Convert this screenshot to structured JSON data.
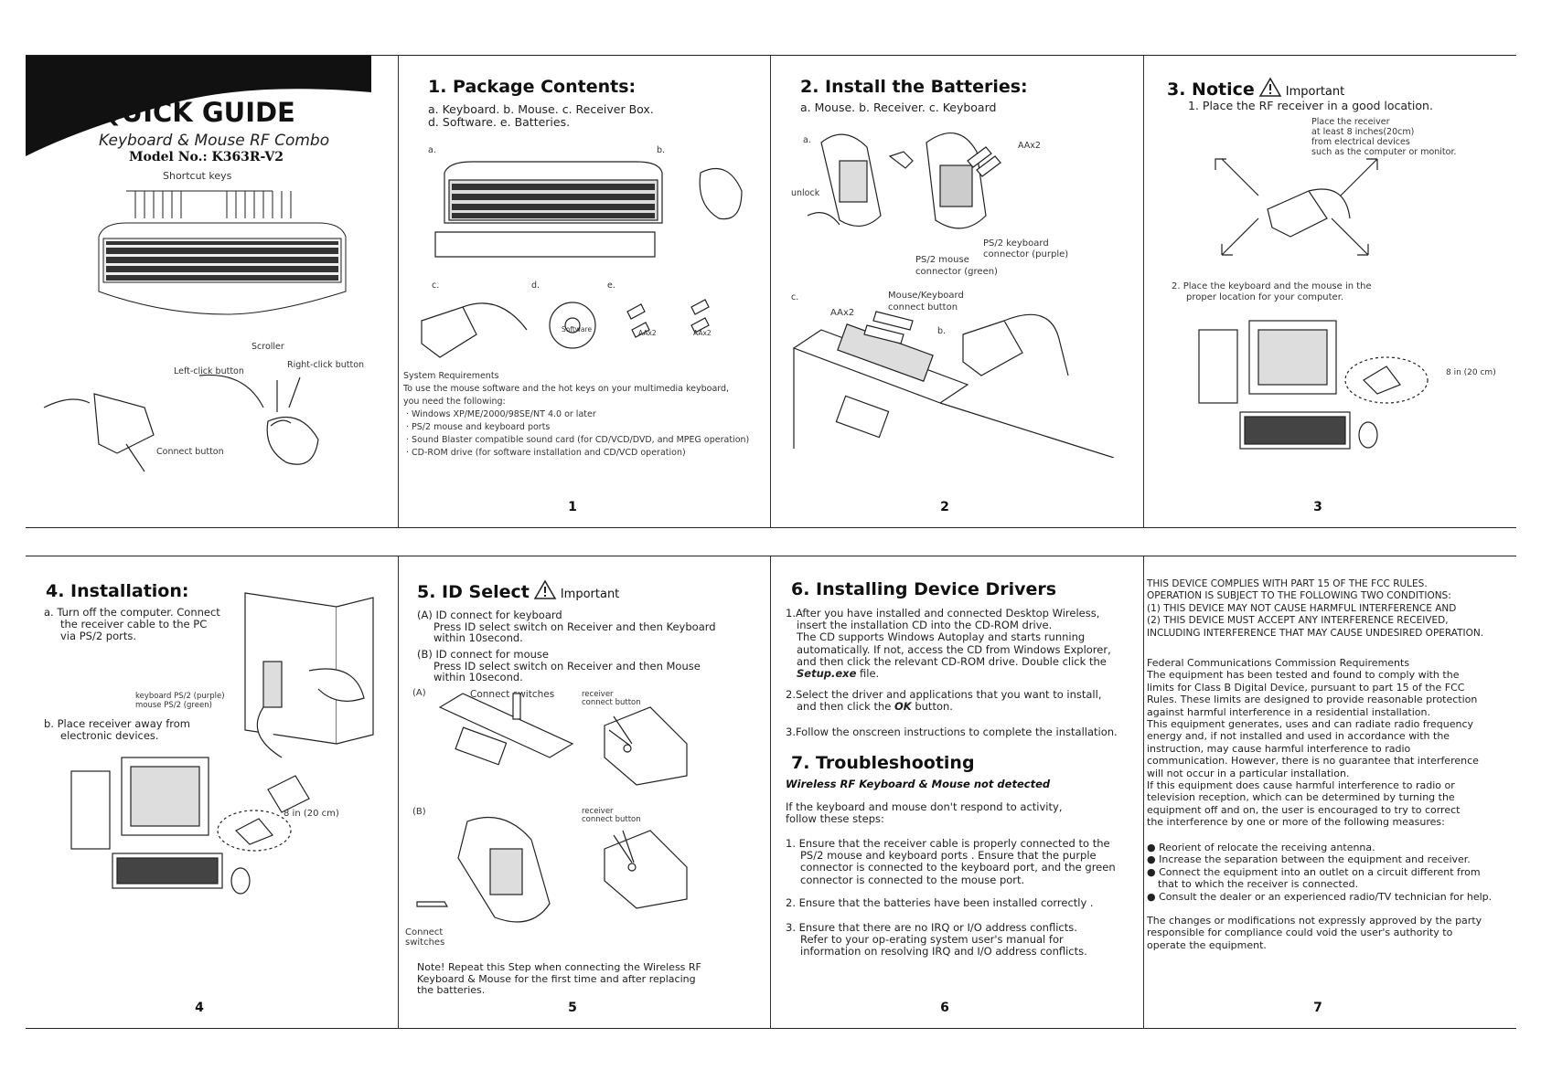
{
  "cover": {
    "title": "QUICK GUIDE",
    "subtitle": "Keyboard & Mouse RF Combo",
    "model": "Model No.: K363R-V2",
    "shortcut": "Shortcut keys",
    "scroller": "Scroller",
    "left_click": "Left-click button",
    "right_click": "Right-click button",
    "connect": "Connect button"
  },
  "p1": {
    "title": "1. Package Contents:",
    "line1": "a. Keyboard.  b. Mouse.  c. Receiver Box.",
    "line2": "d. Software.  e. Batteries.",
    "la": "a.",
    "lb": "b.",
    "lc": "c.",
    "ld": "d.",
    "le": "e.",
    "software": "Software",
    "aax2a": "AAx2",
    "aax2b": "AAx2",
    "req_title": "System Requirements",
    "req_line": "To use the mouse software and the hot keys on your multimedia keyboard,",
    "req_line2": "you need the following:",
    "req": [
      "Windows XP/ME/2000/98SE/NT 4.0 or later",
      "PS/2 mouse and keyboard ports",
      "Sound Blaster compatible sound card (for CD/VCD/DVD, and MPEG operation)",
      "CD-ROM drive (for software installation and CD/VCD operation)"
    ],
    "num": "1"
  },
  "p2": {
    "title": "2. Install the Batteries:",
    "line": "a. Mouse.  b. Receiver. c. Keyboard",
    "la": "a.",
    "aax2": "AAx2",
    "unlock": "unlock",
    "ps2kb": "PS/2 keyboard",
    "ps2kb2": "connector (purple)",
    "ps2m": "PS/2 mouse",
    "ps2m2": "connector (green)",
    "lc": "c.",
    "mk": "Mouse/Keyboard",
    "mk2": "connect button",
    "lb": "b.",
    "aax2b": "AAx2",
    "num": "2"
  },
  "p3": {
    "title": "3. Notice",
    "important": "Important",
    "step1": "1. Place the RF receiver in a good location.",
    "note": [
      "Place the receiver",
      "at least 8 inches(20cm)",
      "from electrical devices",
      "such as the computer or monitor."
    ],
    "step2": "2. Place the keyboard and the mouse in the",
    "step2b": "proper location for your computer.",
    "dist": "8 in (20 cm)",
    "num": "3"
  },
  "p4": {
    "title": "4. Installation:",
    "a": "a. Turn off the computer. Connect",
    "a2": "the receiver cable to the PC",
    "a3": "via PS/2 ports.",
    "kb": "keyboard PS/2 (purple)",
    "ms": "mouse PS/2 (green)",
    "b": "b. Place receiver away from",
    "b2": "electronic devices.",
    "dist": "8 in (20 cm)",
    "num": "4"
  },
  "p5": {
    "title": "5. ID Select",
    "important": "Important",
    "a1": "(A) ID connect for keyboard",
    "a2": "Press ID select switch on Receiver and then Keyboard",
    "a3": "within 10second.",
    "b1": "(B) ID connect for mouse",
    "b2": "Press ID select switch on Receiver and then Mouse",
    "b3": "within 10second.",
    "lA": "(A)",
    "cs": "Connect switches",
    "rc": "receiver",
    "rc2": "connect button",
    "lB": "(B)",
    "rcb": "receiver",
    "rcb2": "connect button",
    "conn": "Connect",
    "conn2": "switches",
    "note1": "Note! Repeat this Step  when connecting the Wireless RF",
    "note2": "Keyboard & Mouse for the first time and after replacing",
    "note3": "the batteries.",
    "num": "5"
  },
  "p6": {
    "title": "6. Installing Device Drivers",
    "s1": [
      "1.After you have installed and connected  Desktop Wireless,",
      "insert the installation CD into the CD-ROM drive.",
      "The CD supports Windows Autoplay and starts running",
      "automatically. If not, access the CD from Windows Explorer,",
      "and then click the relevant CD-ROM drive.  Double click the"
    ],
    "s1b": "Setup.exe",
    "s1c": " file.",
    "s2": "2.Select the driver and applications that you want to install,",
    "s2b": "and then click the ",
    "s2ok": "OK",
    "s2c": " button.",
    "s3": "3.Follow the onscreen instructions to complete the installation.",
    "t_title": "7. Troubleshooting",
    "t_sub": "Wireless RF Keyboard & Mouse not detected",
    "t_intro": "If the keyboard and mouse don't respond to activity,",
    "t_intro2": "follow these steps:",
    "t1": [
      "1. Ensure that the receiver cable is properly connected to the",
      "PS/2 mouse and keyboard ports . Ensure that the purple",
      "connector is connected to the keyboard port, and the green",
      "connector is connected to the mouse port."
    ],
    "t2": "2. Ensure that the batteries have been installed correctly .",
    "t3": [
      "3. Ensure that there are no IRQ or I/O address conflicts.",
      "Refer to your op-erating system user's manual for",
      "information on resolving IRQ and I/O address conflicts."
    ],
    "num": "6"
  },
  "p7": {
    "caps": [
      "THIS DEVICE COMPLIES WITH PART 15 OF THE FCC RULES.",
      "OPERATION IS SUBJECT TO THE FOLLOWING TWO CONDITIONS:",
      "(1) THIS DEVICE MAY NOT CAUSE HARMFUL INTERFERENCE AND",
      "(2) THIS DEVICE MUST ACCEPT ANY INTERFERENCE RECEIVED,",
      "INCLUDING INTERFERENCE THAT MAY CAUSE UNDESIRED OPERATION."
    ],
    "fcc": [
      "Federal Communications Commission Requirements",
      "The equipment has been tested and found to comply with the",
      "limits for Class B Digital Device, pursuant to part 15 of the FCC",
      "Rules. These limits are designed to provide reasonable protection",
      "against harmful interference in a residential installation.",
      "This equipment generates, uses and can radiate radio frequency",
      "energy and, if not installed and used in accordance with the",
      "instruction, may cause harmful interference to radio",
      "communication. However, there is no guarantee that interference",
      "will not occur in a particular installation.",
      "If this equipment does cause harmful interference to radio or",
      "television reception, which can be determined by turning the",
      "equipment off and on, the user is encouraged to try to correct",
      "the interference by one or more of the following measures:"
    ],
    "bullets": [
      "Reorient of relocate the receiving antenna.",
      "Increase the separation between the equipment and receiver.",
      "Connect the equipment into an outlet on a circuit different from",
      "that to which the receiver is connected.",
      "Consult the dealer or an experienced radio/TV technician for help."
    ],
    "changes": [
      "The changes or modifications not expressly approved by the party",
      "responsible for compliance could void the user's authority to",
      "operate the equipment."
    ],
    "num": "7"
  }
}
